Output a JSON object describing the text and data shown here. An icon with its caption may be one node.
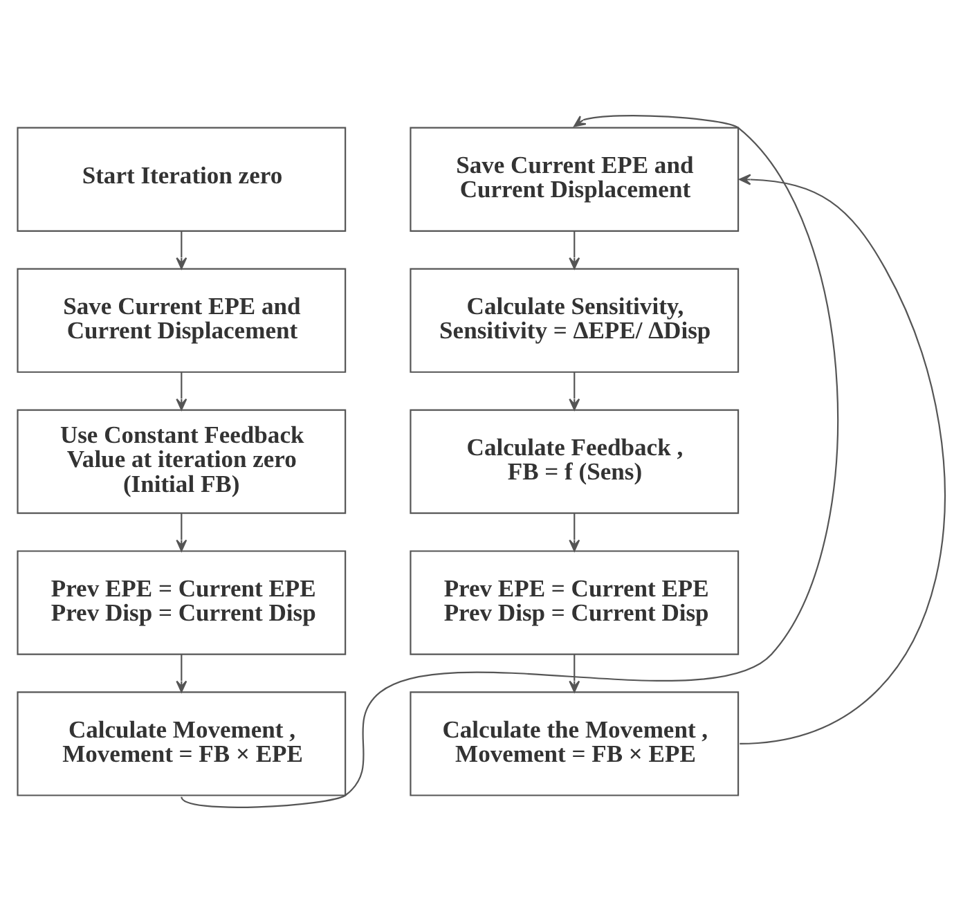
{
  "diagram": {
    "nodes": [
      {
        "text": [
          "Start Iteration zero"
        ]
      },
      {
        "text": [
          "Save Current EPE and Current Displacement"
        ]
      },
      {
        "text": [
          "Use Constant Feedback Value at iteration zero (Initial FB)"
        ]
      },
      {
        "text": [
          "Prev EPE = Current EPE",
          "Prev Disp = Current Disp"
        ]
      },
      {
        "text": [
          "Calculate Movement , Movement = FB × EPE"
        ]
      },
      {
        "text": [
          "Save Current EPE and Current Displacement"
        ]
      },
      {
        "text": [
          "Calculate Sensitivity,",
          "Sensitivity = ΔEPE/ ΔDisp"
        ]
      },
      {
        "text": [
          "Calculate Feedback ,",
          "FB = f (Sens)"
        ]
      },
      {
        "text": [
          "Prev EPE = Current EPE",
          "Prev Disp = Current Disp"
        ]
      },
      {
        "text": [
          "Calculate the Movement , Movement = FB × EPE"
        ]
      }
    ],
    "edges": [
      {
        "from": 0,
        "to": 1,
        "arrow": "to"
      },
      {
        "from": 1,
        "to": 2,
        "arrow": "to"
      },
      {
        "from": 2,
        "to": 3,
        "arrow": "to"
      },
      {
        "from": 3,
        "to": 4,
        "arrow": "to"
      },
      {
        "from": 4,
        "to": 5,
        "arrow": "to"
      },
      {
        "from": 5,
        "to": 6,
        "arrow": "to"
      },
      {
        "from": 6,
        "to": 7,
        "arrow": "to"
      },
      {
        "from": 7,
        "to": 8,
        "arrow": "to"
      },
      {
        "from": 8,
        "to": 9,
        "arrow": "to"
      },
      {
        "from": 9,
        "to": 5,
        "arrow": "to"
      }
    ]
  }
}
